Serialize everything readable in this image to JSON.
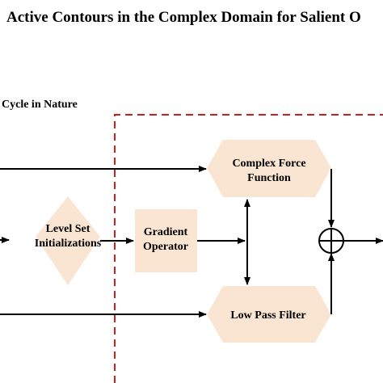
{
  "title": "Active Contours in the Complex Domain for Salient O",
  "section_label": "Cycle in Nature",
  "colors": {
    "node_fill": "#fae5d3",
    "line": "#000000",
    "dashed_border": "#cc1f1f",
    "background": "#ffffff"
  },
  "nodes": {
    "complex_force": {
      "line1": "Complex Force",
      "line2": "Function"
    },
    "level_set": {
      "line1": "Level Set",
      "line2": "Initializations"
    },
    "gradient": {
      "line1": "Gradient",
      "line2": "Operator"
    },
    "low_pass": {
      "label": "Low Pass Filter"
    }
  },
  "summing_junction_icon": "circle-plus-icon"
}
